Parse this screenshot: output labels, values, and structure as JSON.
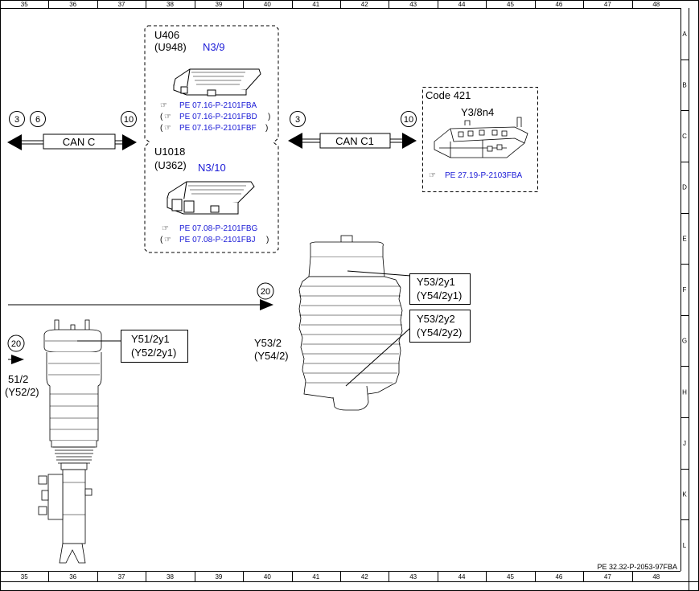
{
  "grid": {
    "columns": [
      "35",
      "36",
      "37",
      "38",
      "39",
      "40",
      "41",
      "42",
      "43",
      "44",
      "45",
      "46",
      "47",
      "48"
    ],
    "rows": [
      "A",
      "B",
      "C",
      "D",
      "E",
      "F",
      "G",
      "H",
      "J",
      "K",
      "L"
    ]
  },
  "bus_left": {
    "label": "CAN C",
    "connectors": [
      "3",
      "6",
      "10"
    ]
  },
  "bus_right": {
    "label": "CAN C1",
    "connectors": [
      "3",
      "10"
    ]
  },
  "module_upper": {
    "id": "U406",
    "alt_id": "(U948)",
    "name": "N3/9",
    "refs": [
      "PE 07.16-P-2101FBA",
      "PE 07.16-P-2101FBD",
      "PE 07.16-P-2101FBF"
    ],
    "paren_open": "(",
    "paren_close": ")"
  },
  "module_lower": {
    "id": "U1018",
    "alt_id": "(U362)",
    "name": "N3/10",
    "refs": [
      "PE 07.08-P-2101FBG",
      "PE 07.08-P-2101FBJ"
    ],
    "paren_open": "(",
    "paren_close": ")"
  },
  "module_right": {
    "code": "Code 421",
    "name": "Y3/8n4",
    "ref": "PE 27.19-P-2103FBA"
  },
  "main_line": {
    "connector": "20"
  },
  "front_strut": {
    "connector": "20",
    "label_line1": "Y51/2y1",
    "label_line2": "(Y52/2y1)",
    "cut_line1": "51/2",
    "cut_line2": "(Y52/2)"
  },
  "rear_strut": {
    "label": "Y53/2",
    "alt_label": "(Y54/2)",
    "valve1_line1": "Y53/2y1",
    "valve1_line2": "(Y54/2y1)",
    "valve2_line1": "Y53/2y2",
    "valve2_line2": "(Y54/2y2)"
  },
  "doc_ref": "PE 32.32-P-2053-97FBA",
  "colors": {
    "link": "#1a1ad6",
    "line": "#000000"
  }
}
